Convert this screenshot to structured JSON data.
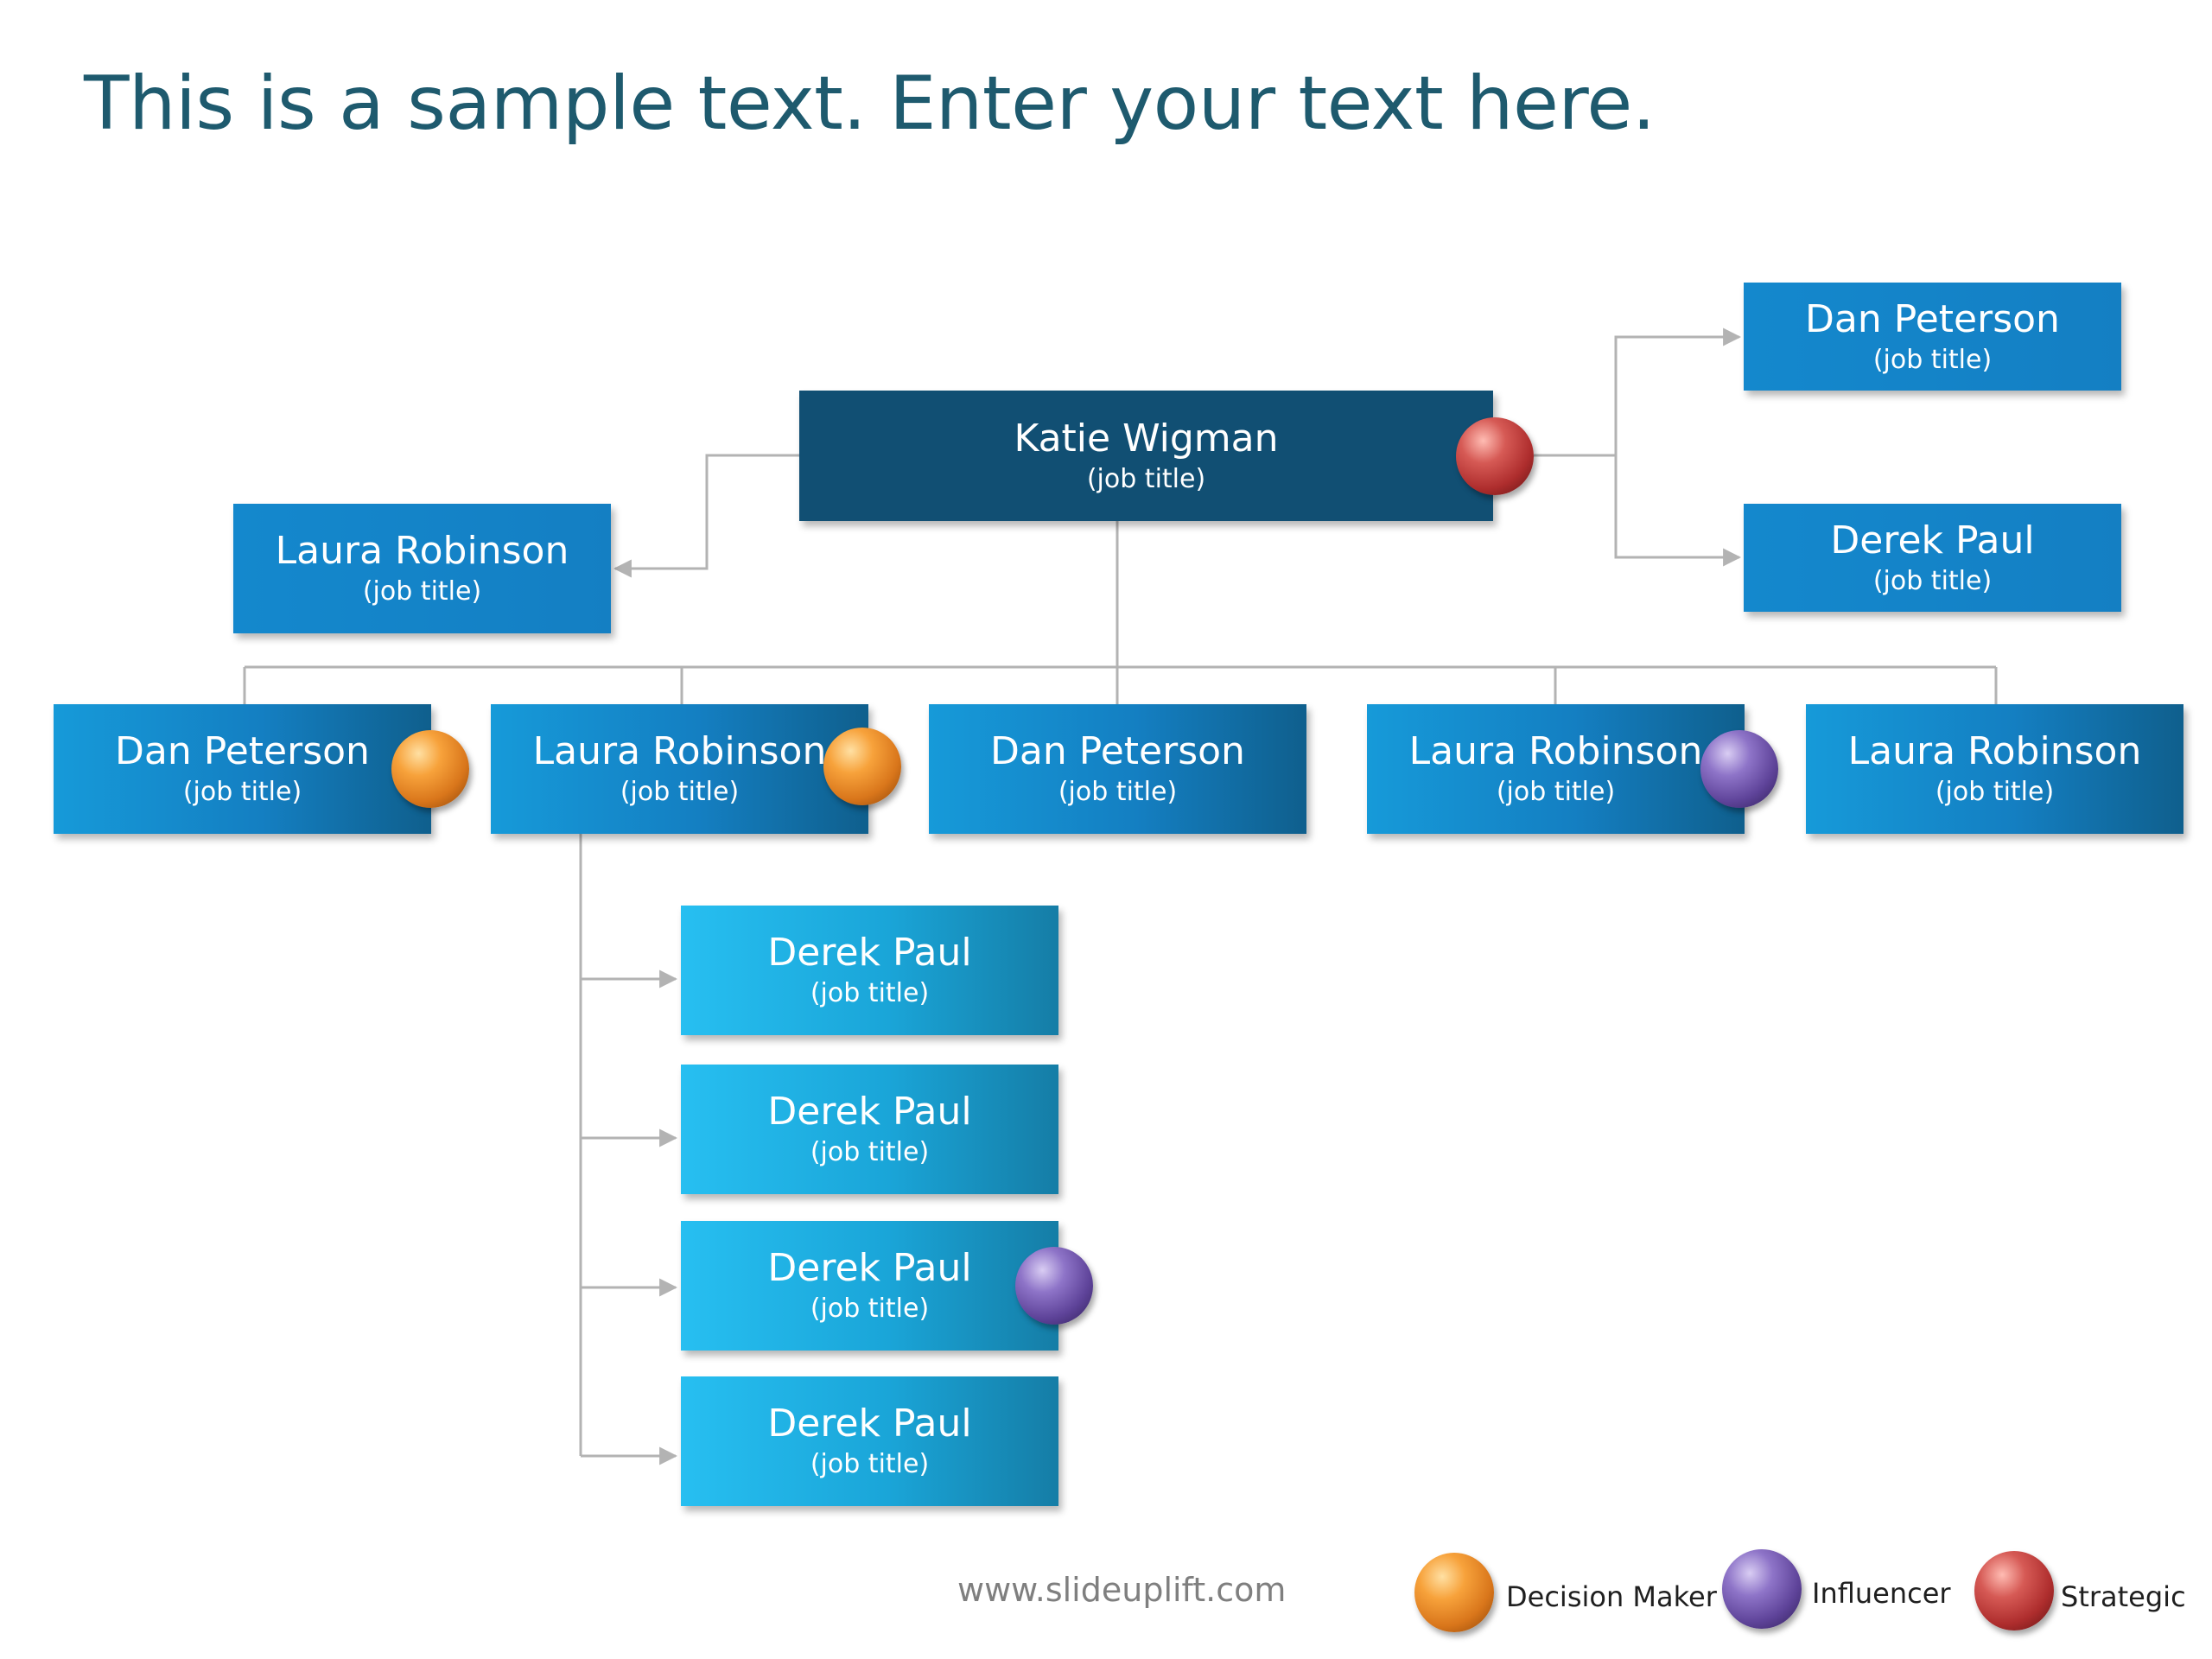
{
  "title": "This is a sample text. Enter your text here.",
  "colors": {
    "decision_maker": "#f39a33",
    "influencer": "#7b5fb8",
    "strategic": "#c43f3c",
    "connector": "#b3b3b3"
  },
  "nodes": {
    "top": {
      "name": "Katie Wigman",
      "job": "(job title)",
      "role": "strategic"
    },
    "left": {
      "name": "Laura Robinson",
      "job": "(job title)"
    },
    "right1": {
      "name": "Dan Peterson",
      "job": "(job title)"
    },
    "right2": {
      "name": "Derek Paul",
      "job": "(job title)"
    },
    "row": [
      {
        "name": "Dan Peterson",
        "job": "(job title)",
        "role": "decision_maker"
      },
      {
        "name": "Laura Robinson",
        "job": "(job title)",
        "role": "decision_maker"
      },
      {
        "name": "Dan Peterson",
        "job": "(job title)"
      },
      {
        "name": "Laura Robinson",
        "job": "(job title)",
        "role": "influencer"
      },
      {
        "name": "Laura Robinson",
        "job": "(job title)"
      }
    ],
    "sub": [
      {
        "name": "Derek Paul",
        "job": "(job title)"
      },
      {
        "name": "Derek Paul",
        "job": "(job title)"
      },
      {
        "name": "Derek Paul",
        "job": "(job title)",
        "role": "influencer"
      },
      {
        "name": "Derek Paul",
        "job": "(job title)"
      }
    ]
  },
  "footer_url": "www.slideuplift.com",
  "legend": [
    {
      "label": "Decision Maker",
      "icon": "orange-sphere-icon"
    },
    {
      "label": "Influencer",
      "icon": "purple-sphere-icon"
    },
    {
      "label": "Strategic",
      "icon": "red-sphere-icon"
    }
  ]
}
